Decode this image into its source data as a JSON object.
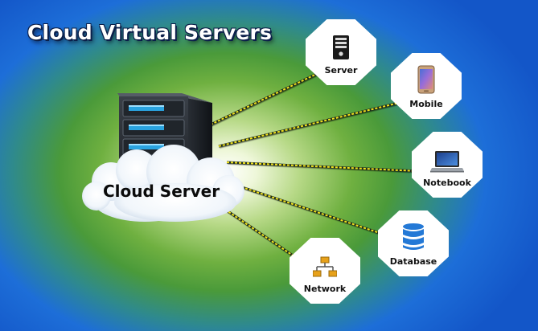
{
  "title": "Cloud Virtual Servers",
  "center": {
    "label": "Cloud Server"
  },
  "nodes": [
    {
      "label": "Server",
      "icon": "server-tower-icon"
    },
    {
      "label": "Mobile",
      "icon": "smartphone-icon"
    },
    {
      "label": "Notebook",
      "icon": "laptop-icon"
    },
    {
      "label": "Database",
      "icon": "database-icon"
    },
    {
      "label": "Network",
      "icon": "network-icon"
    }
  ],
  "colors": {
    "link": "#f2e21e",
    "database": "#2479d6",
    "network": "#e7a11a"
  }
}
